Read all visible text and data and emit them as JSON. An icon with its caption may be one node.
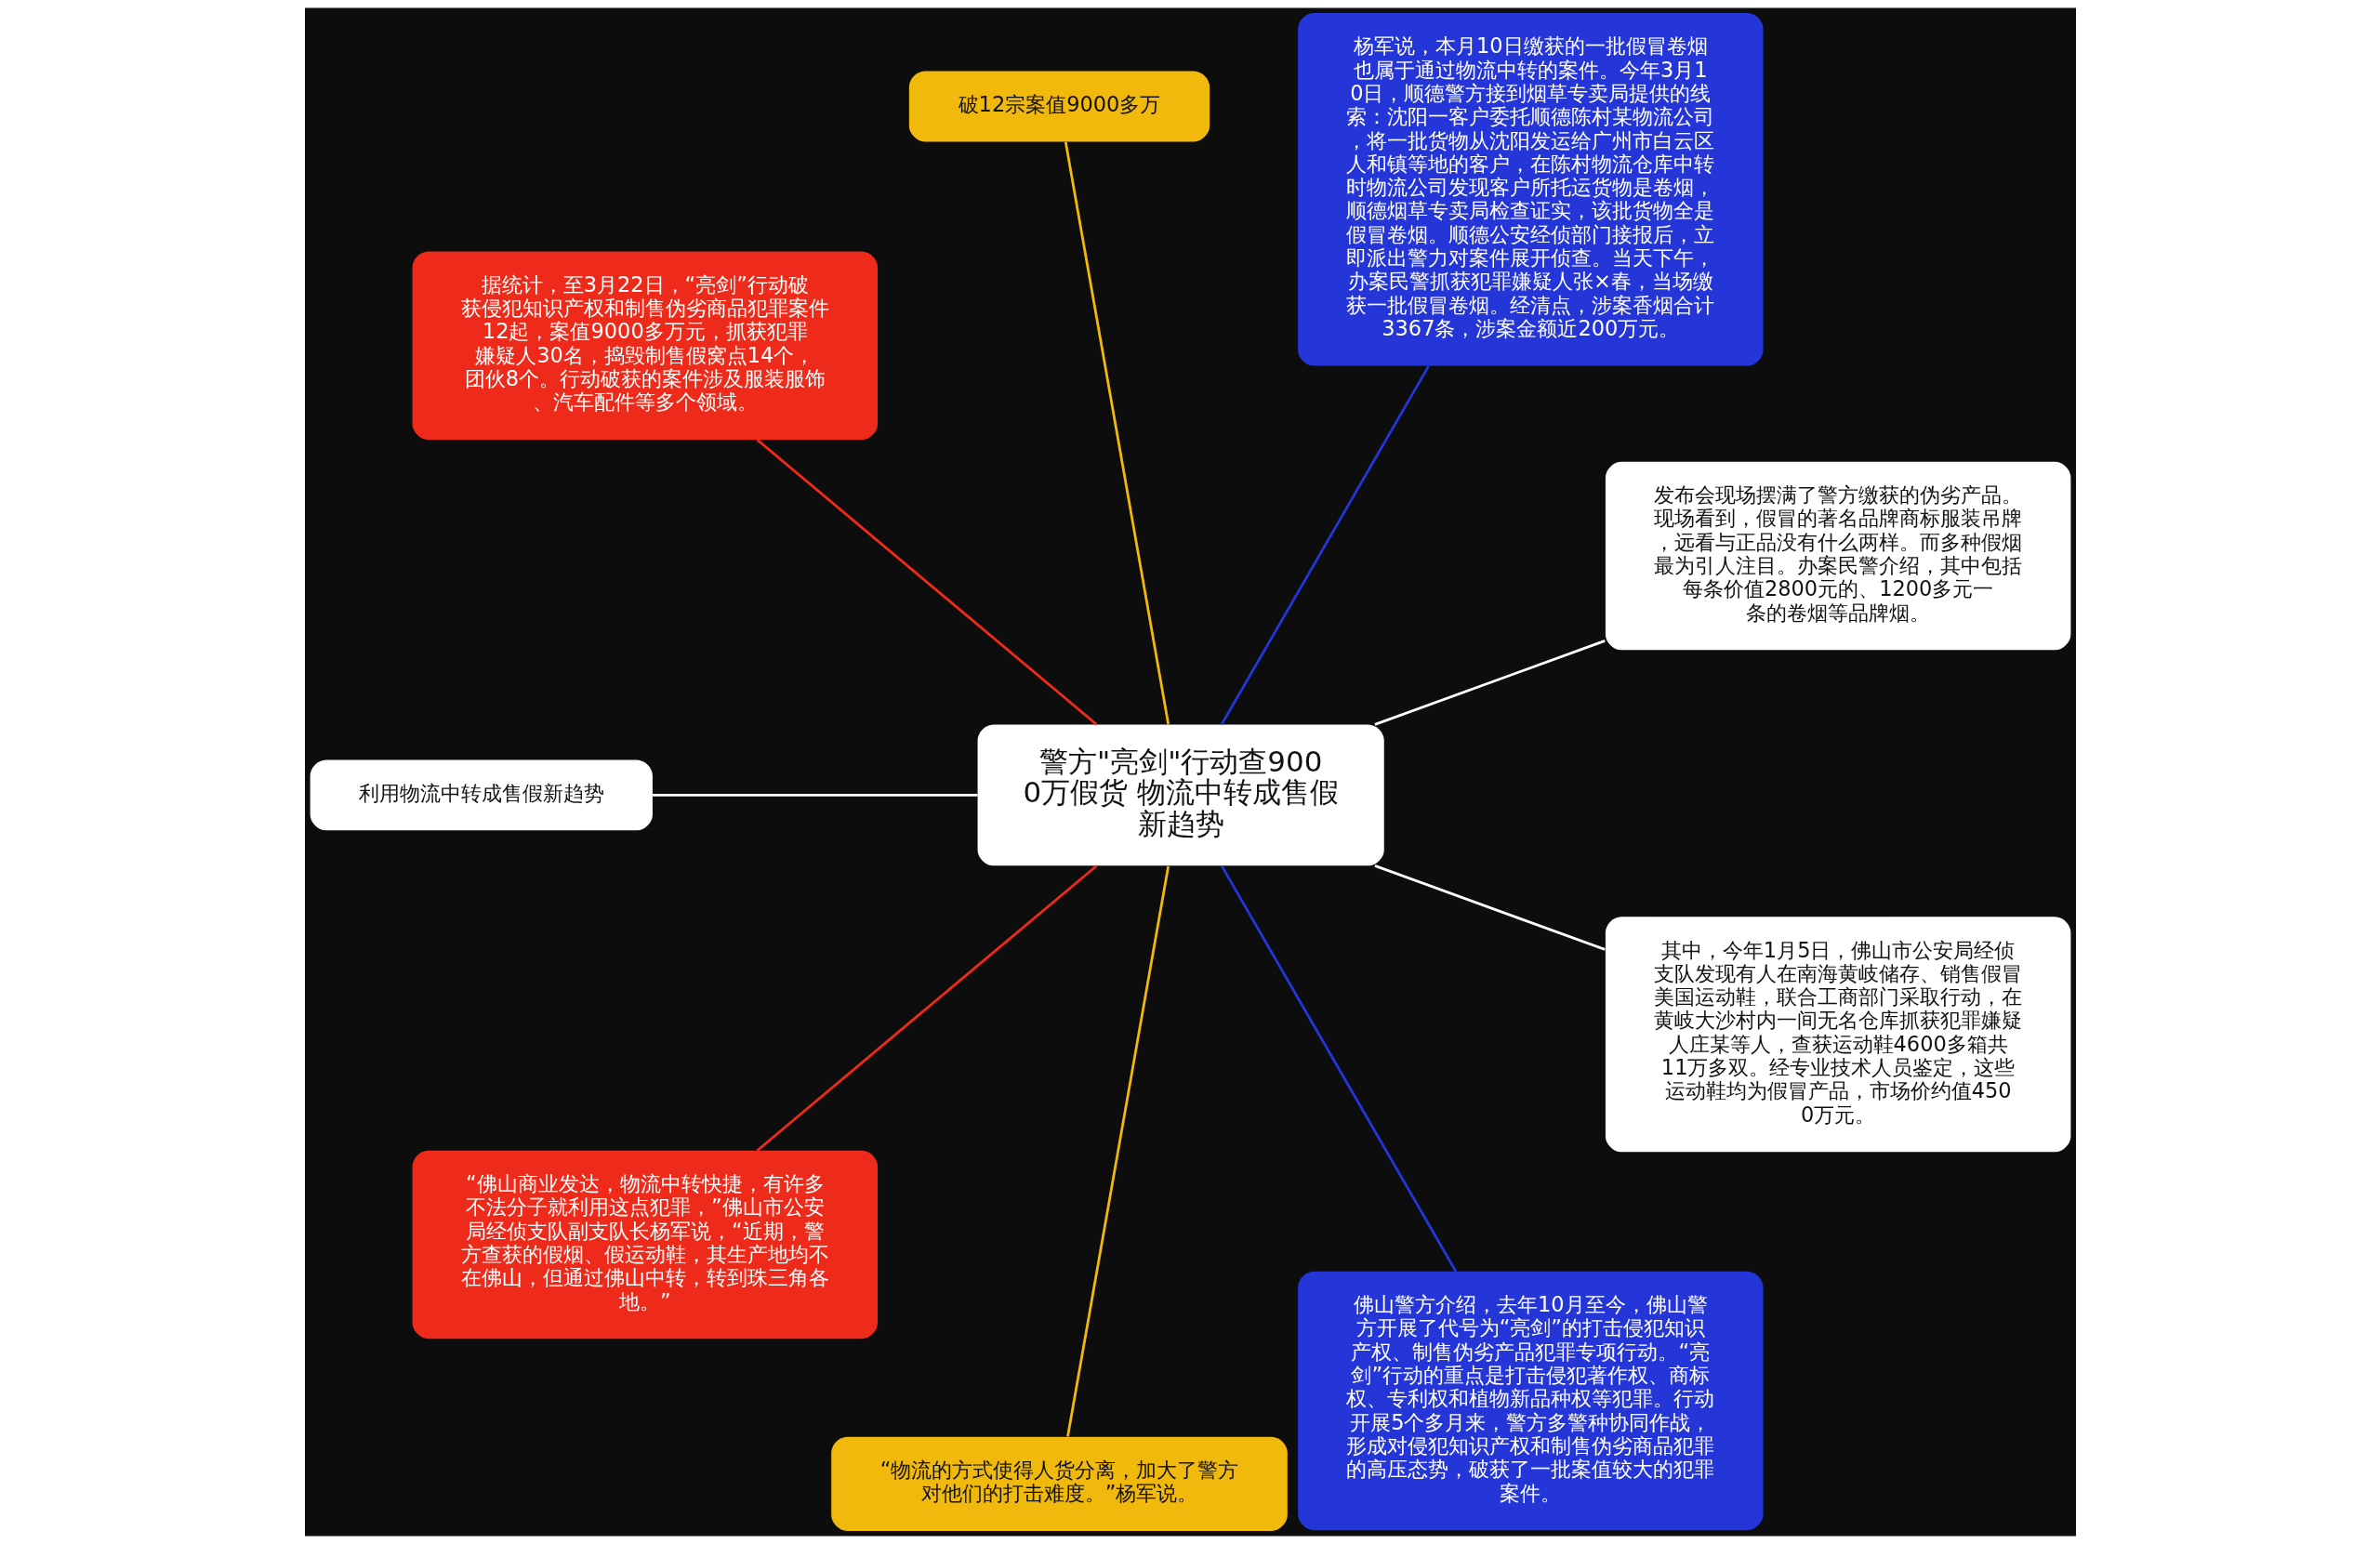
{
  "diagram": {
    "nodes": [
      {
        "text": [
          "警方\"亮剑\"行动查9000万假货 物流中转成售假新趋势"
        ]
      },
      {
        "text": [
          "发布会现场摆满了警方缴获的伪劣产品。现场看到，假冒的著名品牌商标服装吊牌，远看与正品没有什么两样。而多种假烟最为引人注目。办案民警介绍，其中包括每条价值2800元的、1200多元一条的卷烟等品牌烟。"
        ]
      },
      {
        "text": [
          "杨军说，本月10日缴获的一批假冒卷烟也属于通过物流中转的案件。今年3月10日，顺德警方接到烟草专卖局提供的线索：沈阳一客户委托顺德陈村某物流公司，将一批货物从沈阳发运给广州市白云区人和镇等地的客户，在陈村物流仓库中转时物流公司发现客户所托运货物是卷烟，顺德烟草专卖局检查证实，该批货物全是假冒卷烟。顺德公安经侦部门接报后，立即派出警力对案件展开侦查。当天下午，办案民警抓获犯罪嫌疑人张×春，当场缴获一批假冒卷烟。经清点，涉案香烟合计3367条，涉案金额近200万元。"
        ]
      },
      {
        "text": [
          "破12宗案值9000多万"
        ]
      },
      {
        "text": [
          "据统计，至3月22日，“亮剑”行动破获侵犯知识产权和制售伪劣商品犯罪案件12起，案值9000多万元，抓获犯罪嫌疑人30名，捣毁制售假窝点14个，团伙8个。行动破获的案件涉及服装服饰、汽车配件等多个领域。"
        ]
      },
      {
        "text": [
          "利用物流中转成售假新趋势"
        ]
      },
      {
        "text": [
          "“佛山商业发达，物流中转快捷，有许多不法分子就利用这点犯罪，”佛山市公安局经侦支队副支队长杨军说，“近期，警方查获的假烟、假运动鞋，其生产地均不在佛山，但通过佛山中转，转到珠三角各地。”"
        ]
      },
      {
        "text": [
          "“物流的方式使得人货分离，加大了警方对他们的打击难度。”杨军说。"
        ]
      },
      {
        "text": [
          "佛山警方介绍，去年10月至今，佛山警方开展了代号为“亮剑”的打击侵犯知识产权、制售伪劣产品犯罪专项行动。“亮剑”行动的重点是打击侵犯著作权、商标权、专利权和植物新品种权等犯罪。行动开展5个多月来，警方多警种协同作战，形成对侵犯知识产权和制售伪劣商品犯罪的高压态势，破获了一批案值较大的犯罪案件。"
        ]
      },
      {
        "text": [
          "其中，今年1月5日，佛山市公安局经侦支队发现有人在南海黄岐储存、销售假冒美国运动鞋，联合工商部门采取行动，在黄岐大沙村内一间无名仓库抓获犯罪嫌疑人庄某等人，查获运动鞋4600多箱共11万多双。经专业技术人员鉴定，这些运动鞋均为假冒产品，市场价约值4500万元。"
        ]
      }
    ],
    "edges": [
      {
        "from": 0,
        "to": 1,
        "arrow": "none",
        "color": "#ffffff"
      },
      {
        "from": 0,
        "to": 2,
        "arrow": "none",
        "color": "#2536d8"
      },
      {
        "from": 0,
        "to": 3,
        "arrow": "none",
        "color": "#f0b90b"
      },
      {
        "from": 0,
        "to": 4,
        "arrow": "none",
        "color": "#ee2a1a"
      },
      {
        "from": 0,
        "to": 5,
        "arrow": "none",
        "color": "#ffffff"
      },
      {
        "from": 0,
        "to": 6,
        "arrow": "none",
        "color": "#ee2a1a"
      },
      {
        "from": 0,
        "to": 7,
        "arrow": "none",
        "color": "#f0b90b"
      },
      {
        "from": 0,
        "to": 8,
        "arrow": "none",
        "color": "#2536d8"
      },
      {
        "from": 0,
        "to": 9,
        "arrow": "none",
        "color": "#ffffff"
      }
    ]
  }
}
